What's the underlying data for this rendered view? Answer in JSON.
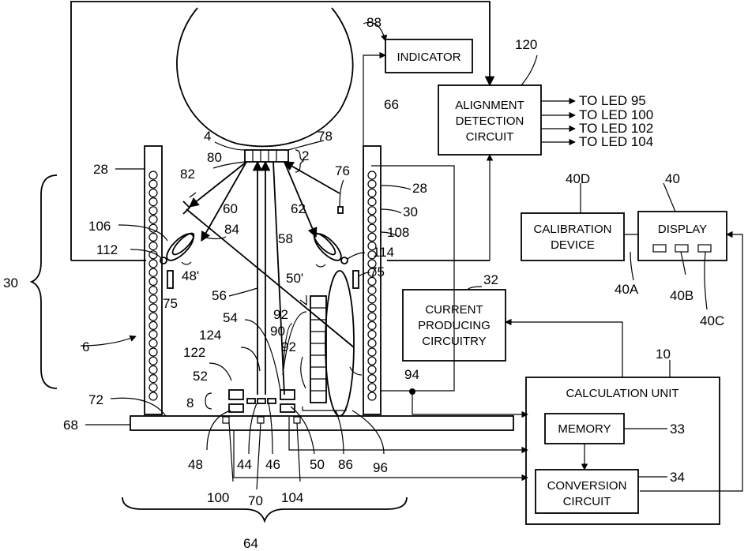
{
  "boxes": {
    "indicator": "INDICATOR",
    "alignment": [
      "ALIGNMENT",
      "DETECTION",
      "CIRCUIT"
    ],
    "calibration": [
      "CALIBRATION",
      "DEVICE"
    ],
    "display": "DISPLAY",
    "current": [
      "CURRENT",
      "PRODUCING",
      "CIRCUITRY"
    ],
    "calculation": "CALCULATION  UNIT",
    "memory": "MEMORY",
    "conversion": [
      "CONVERSION",
      "CIRCUIT"
    ]
  },
  "outputs": [
    "TO  LED  95",
    "TO  LED  100",
    "TO  LED  102",
    "TO  LED  104"
  ],
  "labels": {
    "l2": "2",
    "l4": "4",
    "l6": "6",
    "l8": "8",
    "l10": "10",
    "l28a": "28",
    "l28b": "28",
    "l30a": "30",
    "l30b": "30",
    "l32": "32",
    "l33": "33",
    "l34": "34",
    "l40": "40",
    "l40a": "40A",
    "l40b": "40B",
    "l40c": "40C",
    "l40d": "40D",
    "l44": "44",
    "l46": "46",
    "l48": "48",
    "l48p": "48'",
    "l50": "50",
    "l50p": "50'",
    "l52": "52",
    "l54": "54",
    "l56": "56",
    "l58": "58",
    "l60": "60",
    "l62": "62",
    "l64": "64",
    "l66": "66",
    "l68": "68",
    "l70": "70",
    "l72": "72",
    "l75a": "75",
    "l75b": "75",
    "l76": "76",
    "l78": "78",
    "l80": "80",
    "l82": "82",
    "l84": "84",
    "l86": "86",
    "l88": "88",
    "l90": "90",
    "l92a": "92",
    "l92b": "92",
    "l94": "94",
    "l96": "96",
    "l100": "100",
    "l104": "104",
    "l106": "106",
    "l108": "108",
    "l112": "112",
    "l114": "114",
    "l120": "120",
    "l122": "122",
    "l124": "124"
  }
}
